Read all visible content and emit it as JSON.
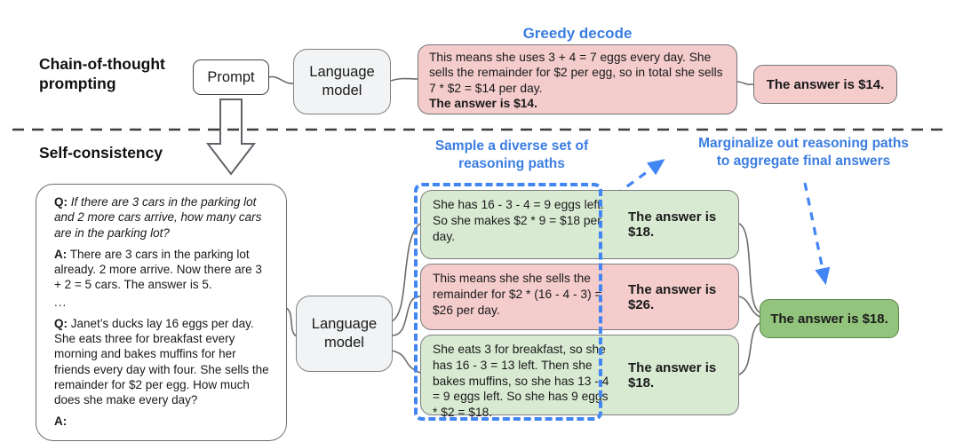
{
  "colors": {
    "accent_blue": "#4285f4",
    "title_blue": "#3b7de2",
    "pink": "#f4cccc",
    "light_green": "#d9ead3",
    "dark_green": "#93c47d",
    "model_box_gray": "#f1f3f4"
  },
  "cot": {
    "label": "Chain-of-thought\nprompting",
    "prompt_label": "Prompt",
    "lm_label": "Language\nmodel",
    "decode_title": "Greedy decode",
    "output_text": "This means she uses 3 + 4 = 7 eggs every day. She sells the remainder for $2 per egg, so in total she sells 7 * $2 = $14 per day.",
    "output_answer": "The answer is $14.",
    "final_answer": "The answer is $14."
  },
  "sc": {
    "label": "Self-consistency",
    "prompt": {
      "q1_label": "Q:",
      "q1_text": "If there are 3 cars in the parking lot and 2 more cars arrive, how many cars are in the parking lot?",
      "a1_label": "A:",
      "a1_text": "There are 3 cars in the parking lot already. 2 more arrive. Now there are 3 + 2 = 5 cars. The answer is 5.",
      "ellipsis": "...",
      "q2_label": "Q:",
      "q2_text": "Janet’s ducks lay 16 eggs per day. She eats three for breakfast every morning and bakes muffins for her friends every day with four. She sells the remainder for $2 per egg. How much does she make every day?",
      "a2_label": "A:"
    },
    "lm_label": "Language\nmodel",
    "sample_title": "Sample a diverse set of\nreasoning paths",
    "marginalize_title": "Marginalize out reasoning paths\nto aggregate final answers",
    "paths": [
      {
        "tone": "green",
        "text": "She has 16 - 3 - 4 = 9 eggs left. So she makes $2 * 9 = $18 per day.",
        "answer": "The answer is $18."
      },
      {
        "tone": "pink",
        "text": "This means she she sells the remainder for $2 * (16 - 4 - 3) = $26 per day.",
        "answer": "The answer is $26."
      },
      {
        "tone": "green",
        "text": "She eats 3 for breakfast, so she has 16 - 3 = 13 left. Then she bakes muffins, so she has 13 - 4 = 9 eggs left. So she has 9 eggs * $2 = $18.",
        "answer": "The answer is $18."
      }
    ],
    "final_answer": "The answer is $18."
  }
}
